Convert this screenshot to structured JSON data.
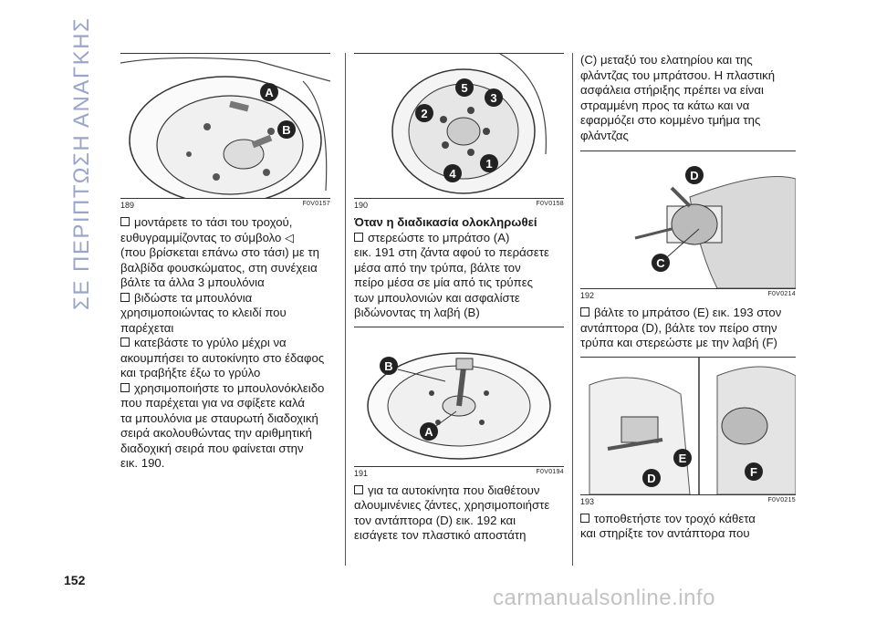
{
  "side_title": "ΣΕ ΠΕΡΙΠΤΩΣΗ ΑΝΑΓΚΗΣ",
  "page_number": "152",
  "watermark": "carmanualsonline.info",
  "figures": {
    "f189": {
      "num": "189",
      "code": "F0V0157",
      "labels": [
        "A",
        "B"
      ]
    },
    "f190": {
      "num": "190",
      "code": "F0V0158",
      "labels": [
        "1",
        "2",
        "3",
        "4",
        "5"
      ]
    },
    "f191": {
      "num": "191",
      "code": "F0V0194",
      "labels": [
        "A",
        "B"
      ]
    },
    "f192": {
      "num": "192",
      "code": "F0V0214",
      "labels": [
        "C",
        "D"
      ]
    },
    "f193": {
      "num": "193",
      "code": "F0V0215",
      "labels": [
        "D",
        "E",
        "F"
      ]
    }
  },
  "col1": {
    "lines1": [
      "μοντάρετε το τάσι του τροχού,",
      "ευθυγραμμίζοντας το σύμβολο",
      "(που βρίσκεται επάνω στο τάσι) με τη",
      "βαλβίδα φουσκώματος, στη συνέχεια",
      "βάλτε τα άλλα 3 μπουλόνια"
    ],
    "lines2": [
      "βιδώστε τα μπουλόνια",
      "χρησιμοποιώντας το κλειδί που",
      "παρέχεται"
    ],
    "lines3": [
      "κατεβάστε το γρύλο μέχρι να",
      "ακουμπήσει το αυτοκίνητο στο έδαφος",
      "και τραβήξτε έξω το γρύλο"
    ],
    "lines4": [
      "χρησιμοποιήστε το μπουλονόκλειδο",
      "που παρέχεται για να σφίξετε καλά",
      "τα μπουλόνια με σταυρωτή διαδοχική",
      "σειρά ακολουθώντας την αριθμητική",
      "διαδοχική σειρά που φαίνεται στην",
      "εικ. 190."
    ]
  },
  "col2": {
    "heading": "Όταν η διαδικασία ολοκληρωθεί",
    "lines1": [
      "στερεώστε το μπράτσο (A)",
      "εικ. 191 στη ζάντα αφού το περάσετε",
      "μέσα από την τρύπα, βάλτε τον",
      "πείρο μέσα σε μία από τις τρύπες",
      "των μπουλονιών και ασφαλίστε",
      "βιδώνοντας τη λαβή (B)"
    ],
    "lines2": [
      "για τα αυτοκίνητα που διαθέτουν",
      "αλουμινένιες ζάντες, χρησιμοποιήστε",
      "τον αντάπτορα (D) εικ. 192 και",
      "εισάγετε τον πλαστικό αποστάτη"
    ]
  },
  "col3": {
    "lines0": [
      "(C) μεταξύ του ελατηρίου και της",
      "φλάντζας του μπράτσου. Η πλαστική",
      "ασφάλεια στήριξης πρέπει να είναι",
      "στραμμένη προς τα κάτω και να",
      "εφαρμόζει στο κομμένο τμήμα της",
      "φλάντζας"
    ],
    "lines1": [
      "βάλτε το μπράτσο (E) εικ. 193 στον",
      "αντάπτορα (D), βάλτε τον πείρο στην",
      "τρύπα και στερεώστε με την λαβή (F)"
    ],
    "lines2": [
      "τοποθετήστε τον τροχό κάθετα",
      "και στηρίξτε τον αντάπτορα που"
    ]
  }
}
